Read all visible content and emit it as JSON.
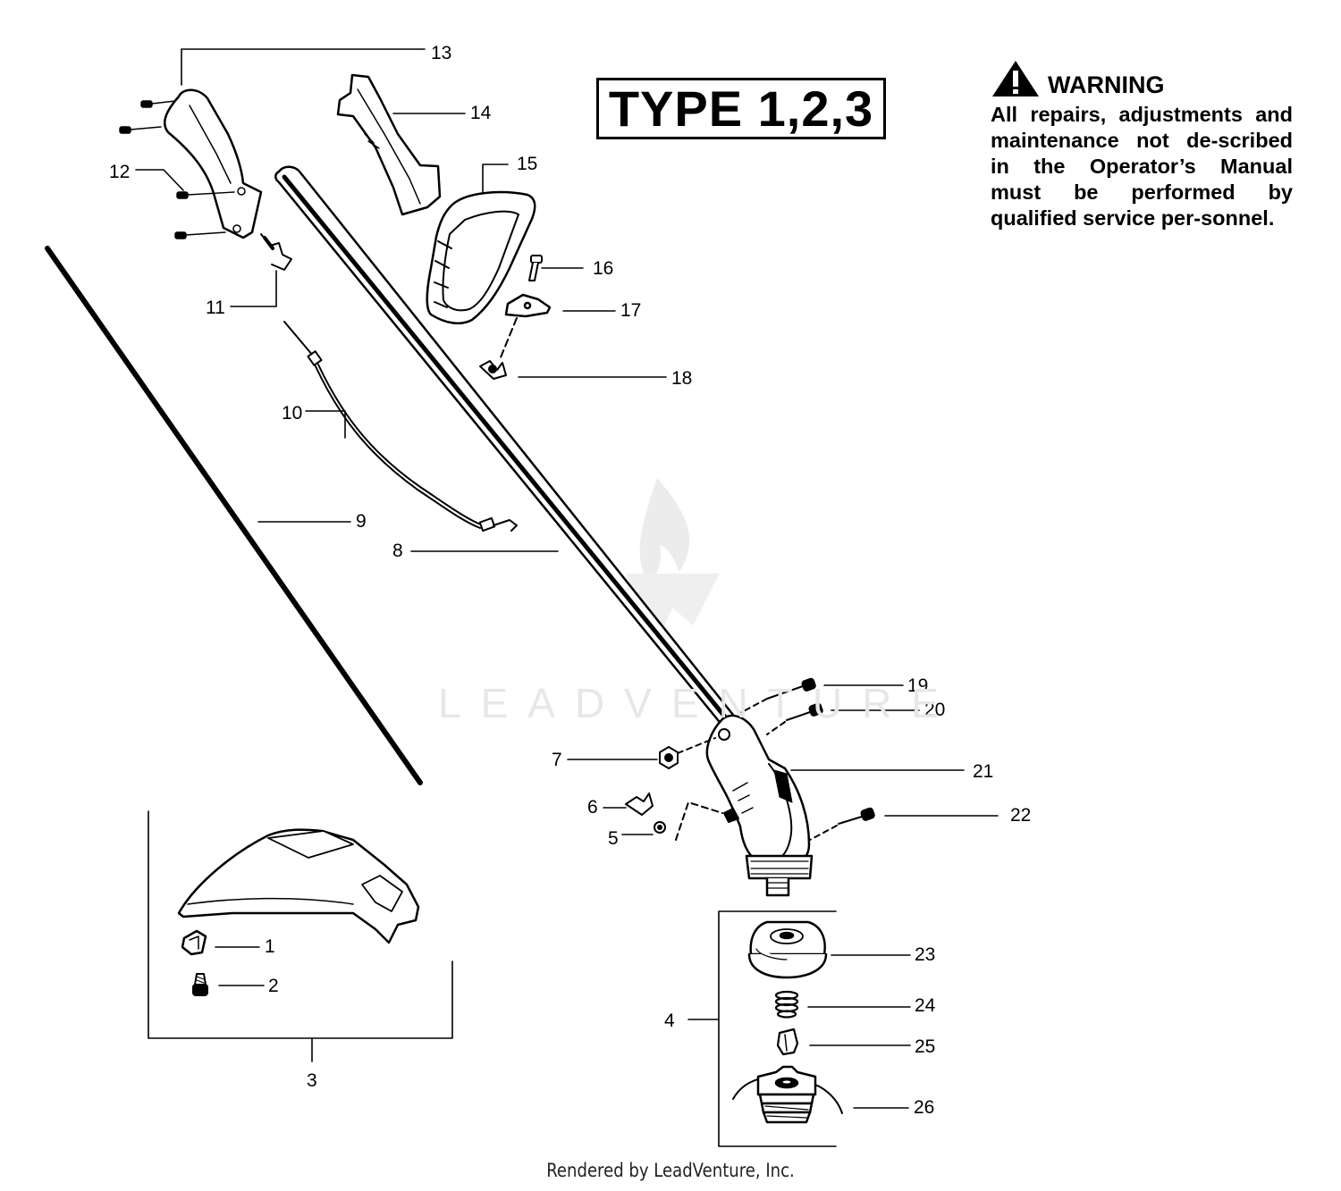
{
  "type_label": "TYPE 1,2,3",
  "warning": {
    "title": "WARNING",
    "icon": "warning-triangle-icon",
    "body": "All repairs, adjustments and maintenance not de-scribed in the Operator’s Manual must be performed by qualified service per-sonnel."
  },
  "watermark": "LEADVENTURE",
  "footer": "Rendered by LeadVenture, Inc.",
  "callouts": [
    "1",
    "2",
    "3",
    "4",
    "5",
    "6",
    "7",
    "8",
    "9",
    "10",
    "11",
    "12",
    "13",
    "14",
    "15",
    "16",
    "17",
    "18",
    "19",
    "20",
    "21",
    "22",
    "23",
    "24",
    "25",
    "26"
  ]
}
